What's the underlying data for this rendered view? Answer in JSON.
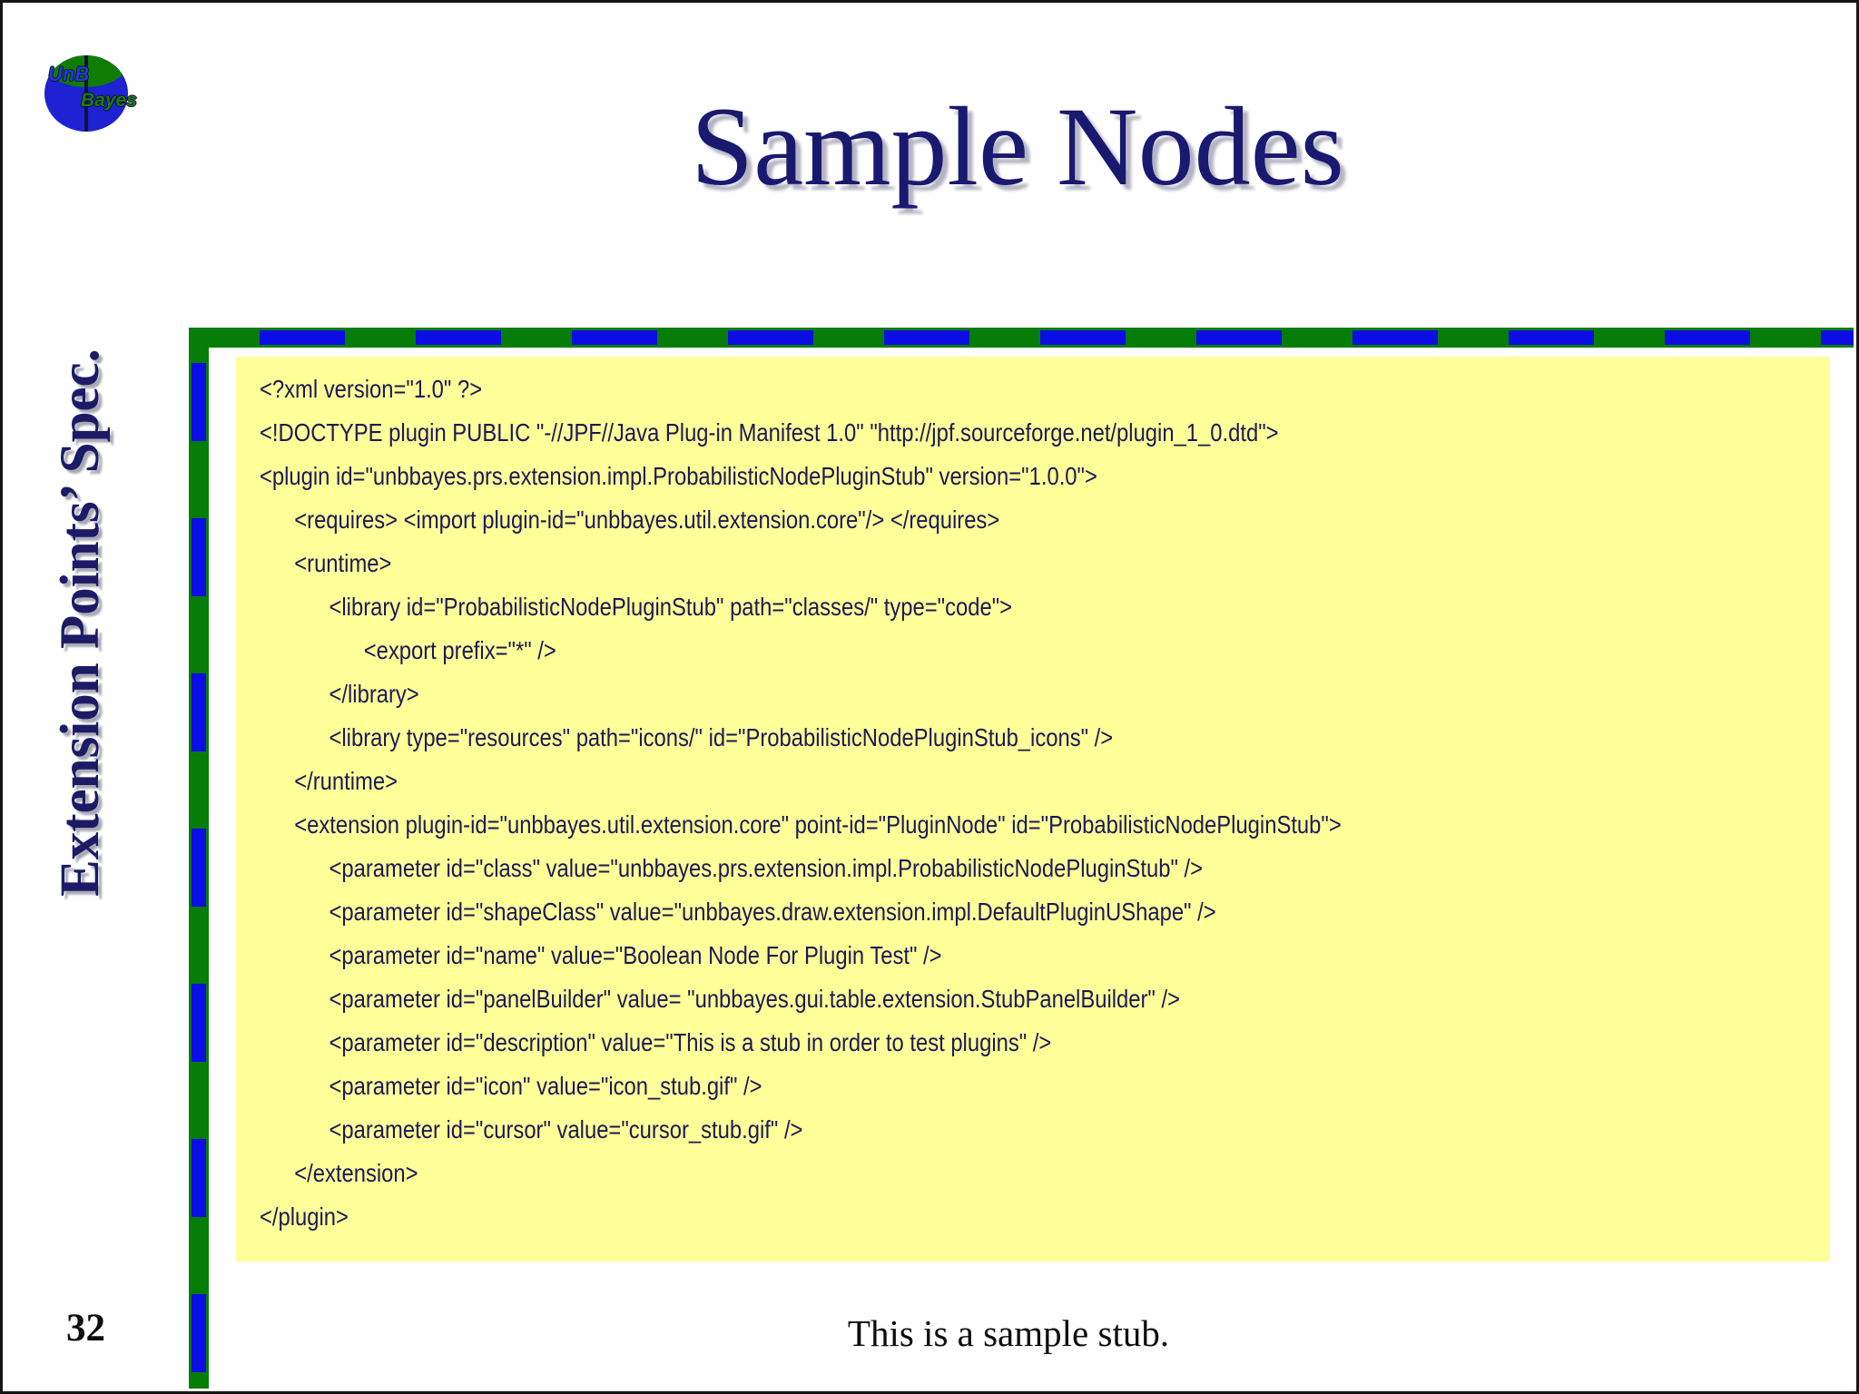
{
  "slide": {
    "title": "Sample Nodes",
    "side_label": "Extension Points’ Spec.",
    "page_number": "32",
    "caption": "This is a sample stub."
  },
  "logo": {
    "top_text": "UnB",
    "bottom_text": "Bayes"
  },
  "code": {
    "lines": [
      {
        "indent": 0,
        "text": "<?xml version=\"1.0\" ?>"
      },
      {
        "indent": 0,
        "text": "<!DOCTYPE plugin PUBLIC \"-//JPF//Java Plug-in Manifest 1.0\" \"http://jpf.sourceforge.net/plugin_1_0.dtd\">"
      },
      {
        "indent": 0,
        "text": "<plugin id=\"unbbayes.prs.extension.impl.ProbabilisticNodePluginStub\" version=\"1.0.0\">"
      },
      {
        "indent": 1,
        "text": "<requires> <import plugin-id=\"unbbayes.util.extension.core\"/> </requires>"
      },
      {
        "indent": 1,
        "text": "<runtime>"
      },
      {
        "indent": 2,
        "text": "<library id=\"ProbabilisticNodePluginStub\" path=\"classes/\" type=\"code\">"
      },
      {
        "indent": 3,
        "text": "<export prefix=\"*\" />"
      },
      {
        "indent": 2,
        "text": "</library>"
      },
      {
        "indent": 2,
        "text": "<library type=\"resources\" path=\"icons/\" id=\"ProbabilisticNodePluginStub_icons\" />"
      },
      {
        "indent": 1,
        "text": "</runtime>"
      },
      {
        "indent": 1,
        "text": "<extension plugin-id=\"unbbayes.util.extension.core\" point-id=\"PluginNode\" id=\"ProbabilisticNodePluginStub\">"
      },
      {
        "indent": 2,
        "text": "<parameter id=\"class\" value=\"unbbayes.prs.extension.impl.ProbabilisticNodePluginStub\" />"
      },
      {
        "indent": 2,
        "text": "<parameter id=\"shapeClass\" value=\"unbbayes.draw.extension.impl.DefaultPluginUShape\" />"
      },
      {
        "indent": 2,
        "text": "<parameter id=\"name\" value=\"Boolean Node For Plugin Test\" />"
      },
      {
        "indent": 2,
        "text": "<parameter id=\"panelBuilder\" value= \"unbbayes.gui.table.extension.StubPanelBuilder\" />"
      },
      {
        "indent": 2,
        "text": "<parameter id=\"description\" value=\"This is a stub in order to test plugins\" />"
      },
      {
        "indent": 2,
        "text": "<parameter id=\"icon\" value=\"icon_stub.gif\" />"
      },
      {
        "indent": 2,
        "text": "<parameter id=\"cursor\" value=\"cursor_stub.gif\" />"
      },
      {
        "indent": 1,
        "text": "</extension>"
      },
      {
        "indent": 0,
        "text": "</plugin>"
      }
    ]
  },
  "colors": {
    "border_green": "#067d06",
    "border_blue": "#0c0ce4",
    "code_background": "#ffff99",
    "code_text": "#1a1a52",
    "title_navy": "#191970",
    "logo_blue": "#1f22d2",
    "logo_green": "#107c04"
  }
}
